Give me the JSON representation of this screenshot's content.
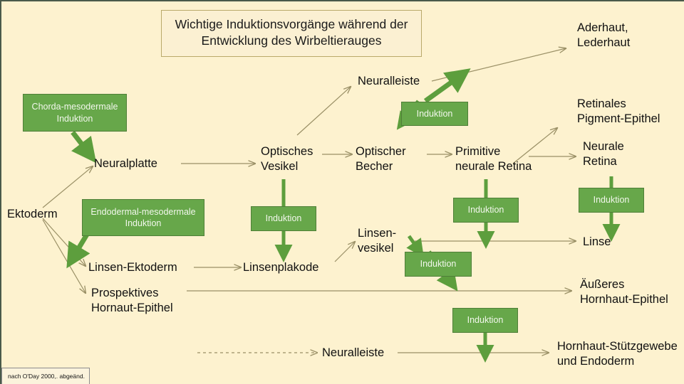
{
  "slide": {
    "background_color": "#fdf2cf",
    "title": "Wichtige Induktionsvorgänge während der\nEntwicklung des Wirbeltierauges",
    "credit": "nach O'Day 2000,. abgeänd."
  },
  "colors": {
    "induction_fill": "#67a74a",
    "induction_border": "#4f7f38",
    "green_arrow": "#5d9e3d",
    "thin_arrow": "#9a9066",
    "text": "#111111"
  },
  "nodes": {
    "ektoderm": "Ektoderm",
    "neuralplatte": "Neuralplatte",
    "linsen_ektoderm": "Linsen-Ektoderm",
    "prospektives_hornhaut_epithel": "Prospektives\nHornaut-Epithel",
    "optisches_vesikel": "Optisches\nVesikel",
    "linsenplakode": "Linsenplakode",
    "neuralleiste_top": "Neuralleiste",
    "optischer_becher": "Optischer\nBecher",
    "linsenvesikel": "Linsen-\nvesikel",
    "primitive_neurale_retina": "Primitive\nneurale Retina",
    "aderhaut_lederhaut": "Aderhaut,\nLederhaut",
    "retinales_pigment_epithel": "Retinales\nPigment-Epithel",
    "neurale_retina": "Neurale\nRetina",
    "linse": "Linse",
    "aeusseres_hornhaut_epithel": "Äußeres\nHornhaut-Epithel",
    "neuralleiste_bottom": "Neuralleiste",
    "hornhaut_stuetzgewebe": "Hornhaut-Stützgewebe\nund Endoderm"
  },
  "induction_boxes": {
    "chorda_mesodermale": "Chorda-mesodermale\nInduktion",
    "endodermal_mesodermale": "Endodermal-mesodermale\nInduktion",
    "optisches_vesikel_induktion": "Induktion",
    "optischer_becher_induktion": "Induktion",
    "linsenvesikel_induktion": "Induktion",
    "primitive_retina_induktion": "Induktion",
    "neurale_retina_induktion": "Induktion",
    "neuralleiste_induktion": "Induktion"
  }
}
